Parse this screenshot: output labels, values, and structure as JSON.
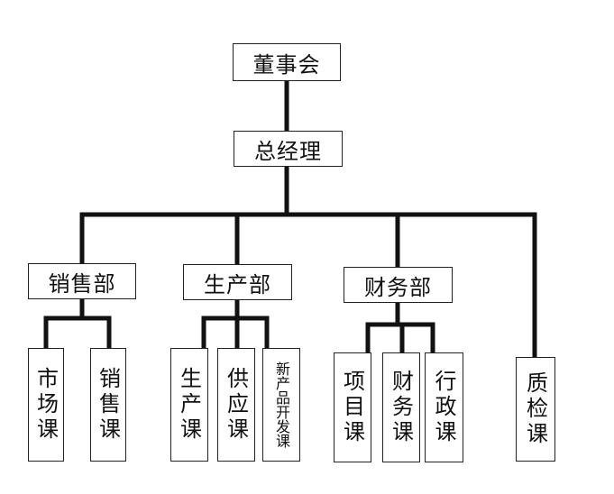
{
  "nodes": {
    "board": "董事会",
    "gm": "总经理",
    "sales_dept": "销售部",
    "prod_dept": "生产部",
    "fin_dept": "财务部",
    "market_sec": "市场课",
    "sales_sec": "销售课",
    "prod_sec": "生产课",
    "supply_sec": "供应课",
    "newprod_sec": "新产品开发课",
    "project_sec": "项目课",
    "finance_sec": "财务课",
    "admin_sec": "行政课",
    "qc_sec": "质检课"
  }
}
